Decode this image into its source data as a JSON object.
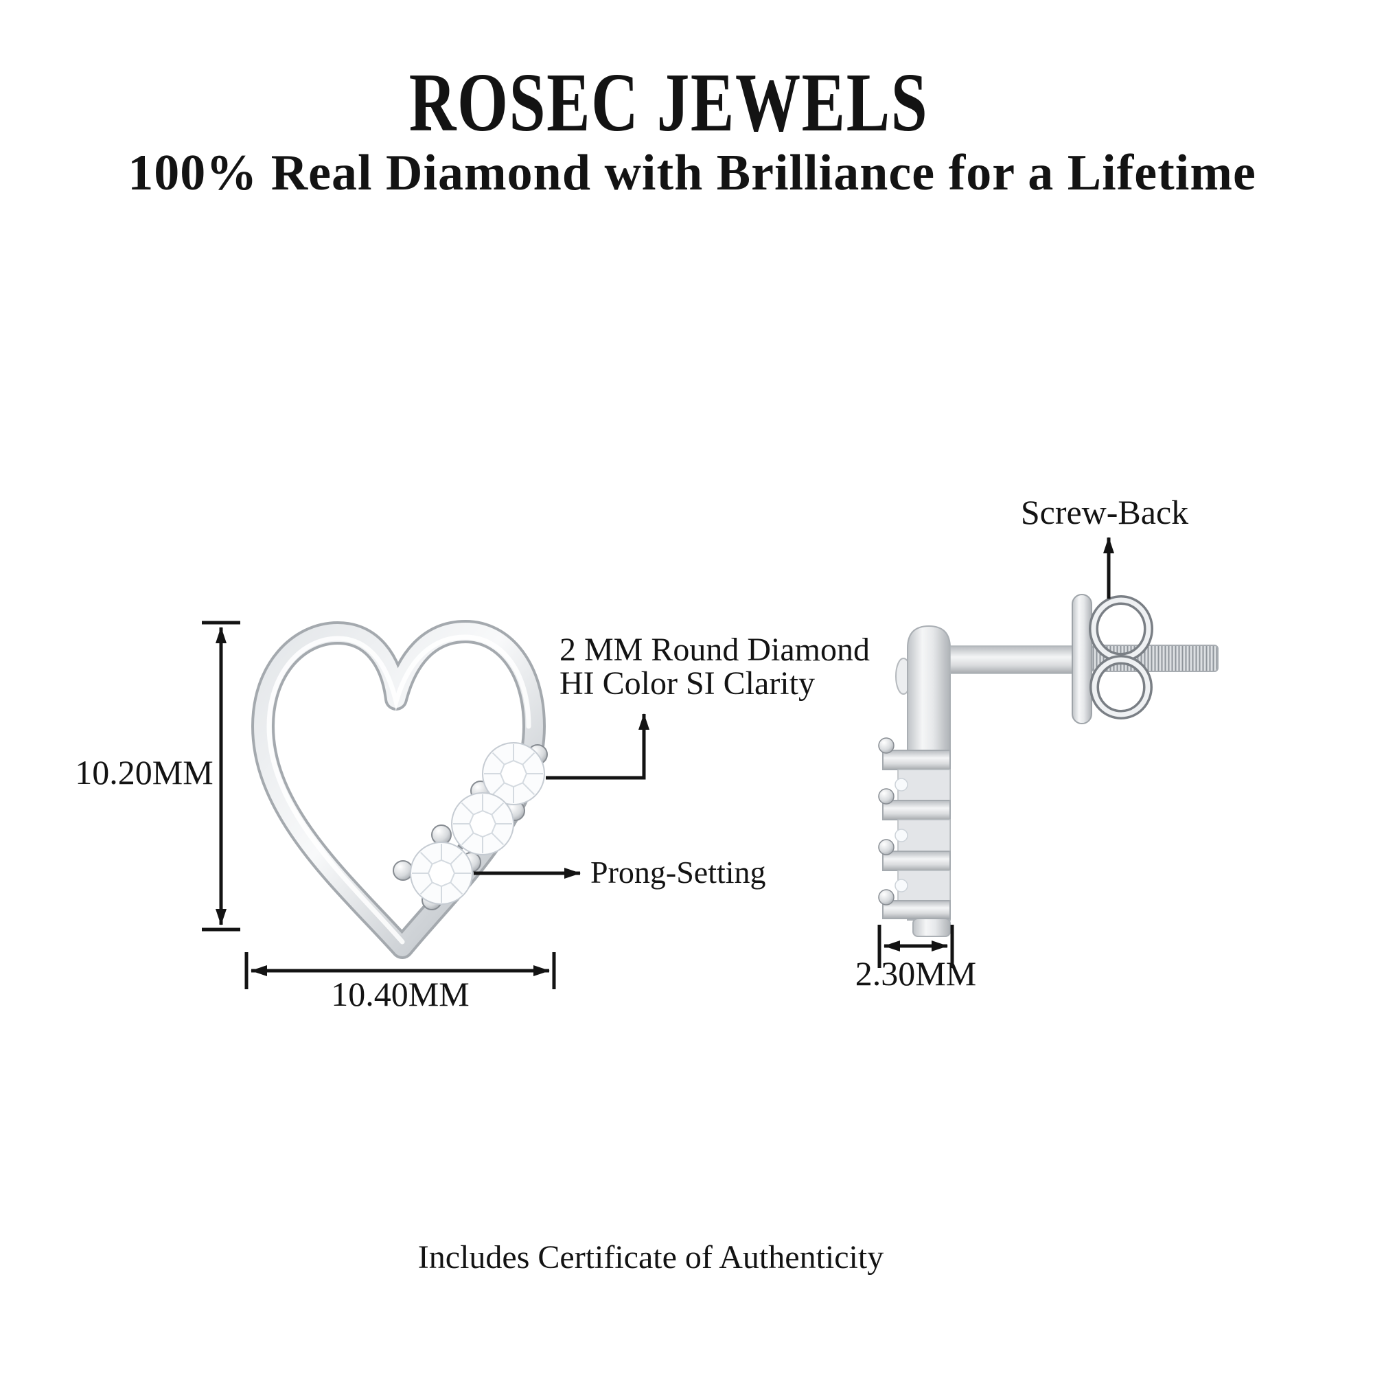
{
  "header": {
    "brand": "ROSEC JEWELS",
    "tagline": "100% Real Diamond with Brilliance for a Lifetime"
  },
  "front_view": {
    "height_label": "10.20MM",
    "width_label": "10.40MM",
    "diamond_note_line1": "2 MM Round Diamond",
    "diamond_note_line2": "HI Color SI Clarity",
    "prong_label": "Prong-Setting"
  },
  "side_view": {
    "screwback_label": "Screw-Back",
    "thickness_label": "2.30MM"
  },
  "footer": {
    "certificate_note": "Includes Certificate of Authenticity"
  },
  "colors": {
    "annotation": "#131313",
    "metal_light": "#f5f6f7",
    "metal_mid": "#d9dcde",
    "metal_dark": "#aab0b5"
  }
}
